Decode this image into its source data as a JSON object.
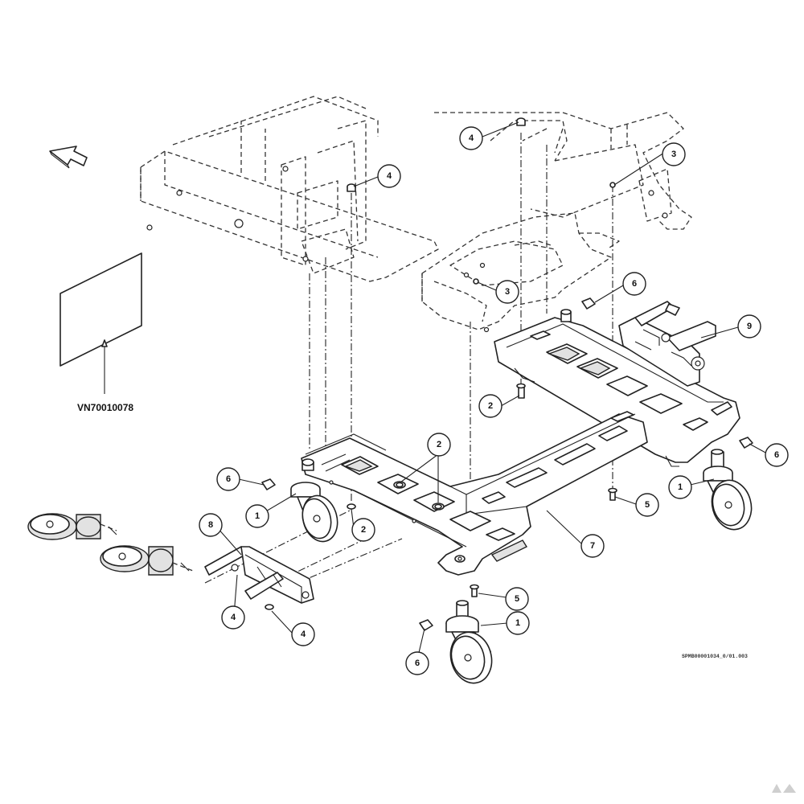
{
  "reference_label": "VN70010078",
  "drawing_code": "SPMB00001034_0/01.003",
  "callouts": [
    {
      "id": "c-4-top",
      "label": "4"
    },
    {
      "id": "c-3-top",
      "label": "3"
    },
    {
      "id": "c-4-mid",
      "label": "4"
    },
    {
      "id": "c-3-mid",
      "label": "3"
    },
    {
      "id": "c-6-right",
      "label": "6"
    },
    {
      "id": "c-9",
      "label": "9"
    },
    {
      "id": "c-2-right",
      "label": "2"
    },
    {
      "id": "c-6-far-right",
      "label": "6"
    },
    {
      "id": "c-1-right",
      "label": "1"
    },
    {
      "id": "c-5-right",
      "label": "5"
    },
    {
      "id": "c-2-center",
      "label": "2"
    },
    {
      "id": "c-6-left",
      "label": "6"
    },
    {
      "id": "c-1-left",
      "label": "1"
    },
    {
      "id": "c-2-left",
      "label": "2"
    },
    {
      "id": "c-7",
      "label": "7"
    },
    {
      "id": "c-8",
      "label": "8"
    },
    {
      "id": "c-4-bottom-a",
      "label": "4"
    },
    {
      "id": "c-4-bottom-b",
      "label": "4"
    },
    {
      "id": "c-5-bottom",
      "label": "5"
    },
    {
      "id": "c-1-bottom",
      "label": "1"
    },
    {
      "id": "c-6-bottom",
      "label": "6"
    }
  ]
}
